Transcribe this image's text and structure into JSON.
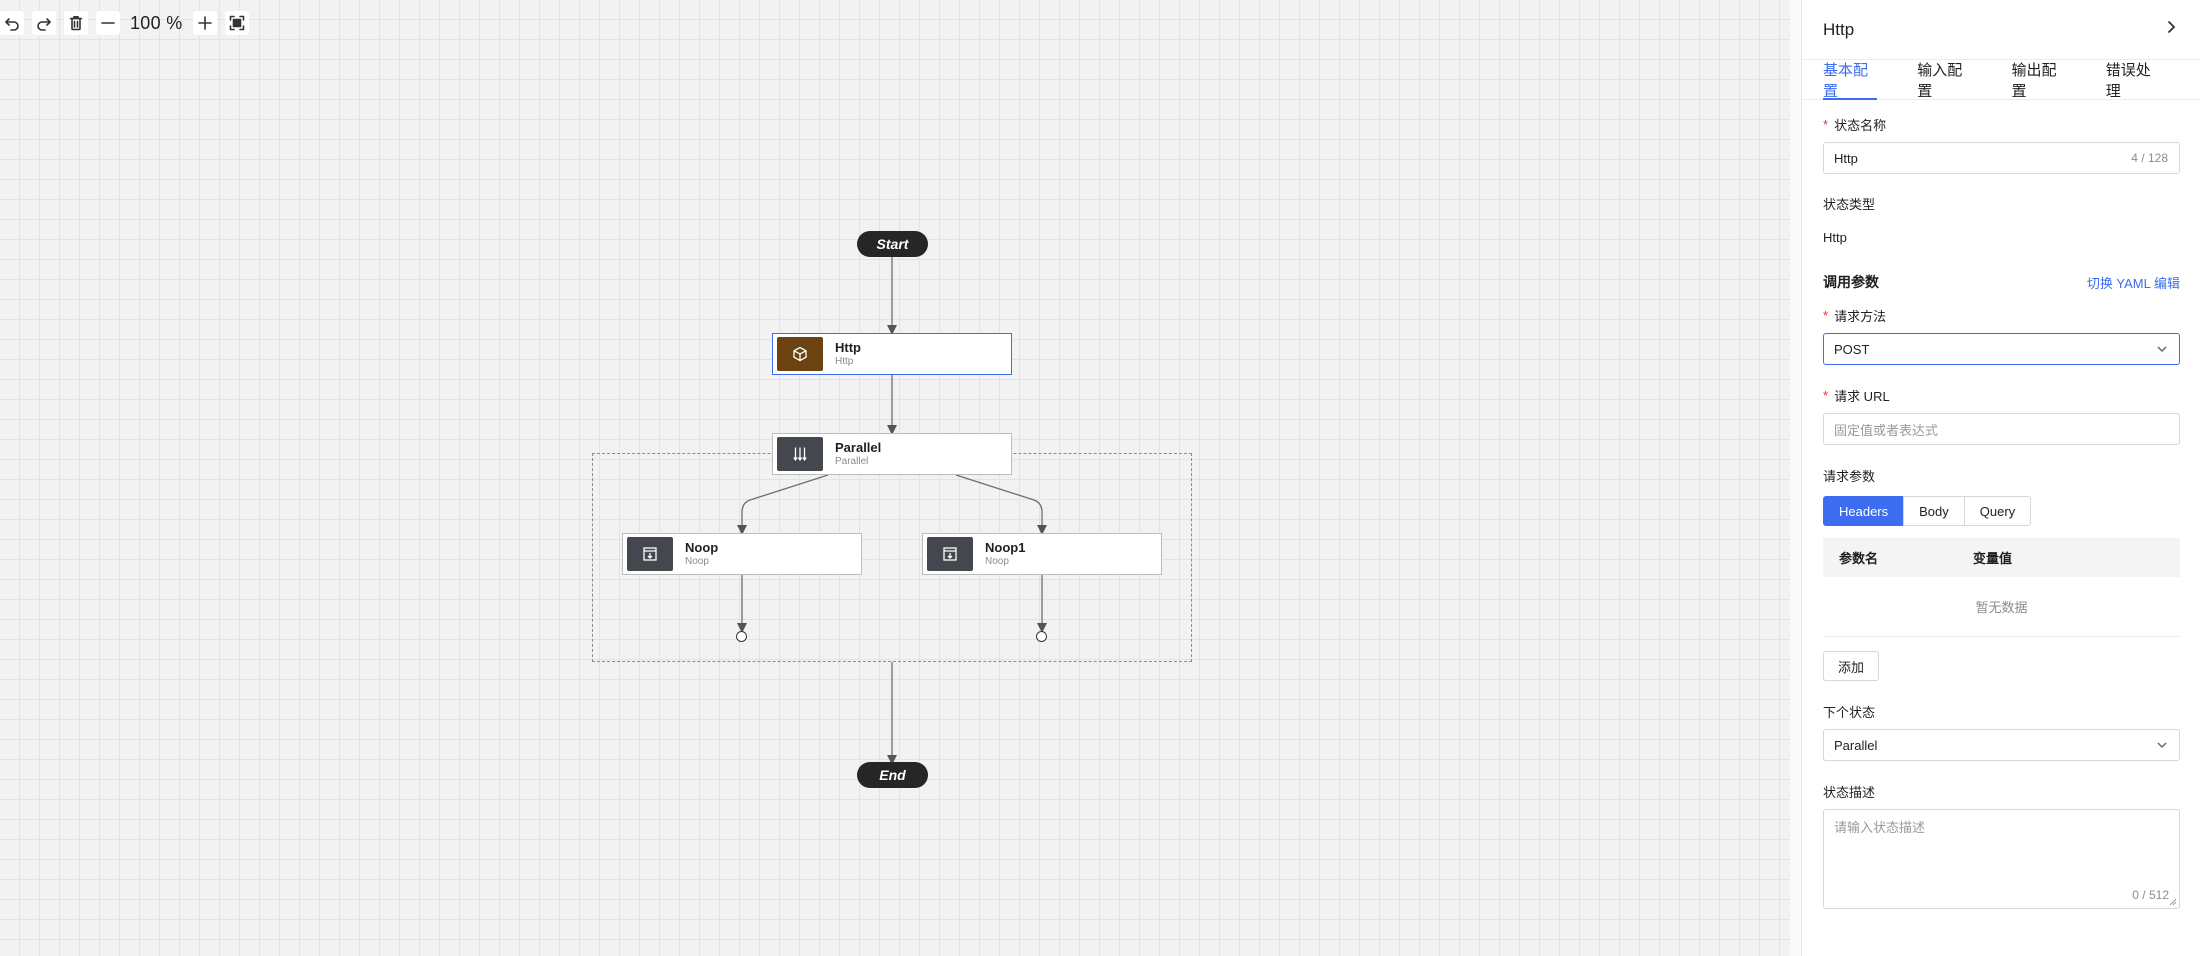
{
  "toolbar": {
    "zoom": "100 %",
    "icons": [
      "undo-icon",
      "redo-icon",
      "delete-icon",
      "zoom-out-icon",
      "zoom-in-icon",
      "fit-view-icon"
    ]
  },
  "flow": {
    "start": "Start",
    "end": "End",
    "nodes": {
      "http": {
        "title": "Http",
        "sub": "Http",
        "icon": "cube-icon",
        "color": "#6b4210"
      },
      "parallel": {
        "title": "Parallel",
        "sub": "Parallel",
        "icon": "parallel-icon",
        "color": "#45474f"
      },
      "noop": {
        "title": "Noop",
        "sub": "Noop",
        "icon": "noop-icon",
        "color": "#45474f"
      },
      "noop1": {
        "title": "Noop1",
        "sub": "Noop",
        "icon": "noop-icon",
        "color": "#45474f"
      }
    }
  },
  "panel": {
    "title": "Http",
    "tabs": [
      {
        "label": "基本配置",
        "active": true
      },
      {
        "label": "输入配置"
      },
      {
        "label": "输出配置"
      },
      {
        "label": "错误处理"
      }
    ],
    "state_name": {
      "label": "状态名称",
      "value": "Http",
      "count": "4 / 128"
    },
    "state_type": {
      "label": "状态类型",
      "value": "Http"
    },
    "invoke": {
      "title": "调用参数",
      "link": "切换 YAML 编辑"
    },
    "method": {
      "label": "请求方法",
      "value": "POST"
    },
    "url": {
      "label": "请求 URL",
      "placeholder": "固定值或者表达式"
    },
    "params": {
      "label": "请求参数",
      "segments": [
        {
          "label": "Headers",
          "active": true
        },
        {
          "label": "Body"
        },
        {
          "label": "Query"
        }
      ],
      "columns": [
        "参数名",
        "变量值"
      ],
      "empty": "暂无数据",
      "add": "添加"
    },
    "next_state": {
      "label": "下个状态",
      "value": "Parallel"
    },
    "desc": {
      "label": "状态描述",
      "placeholder": "请输入状态描述",
      "count": "0 / 512"
    }
  },
  "colors": {
    "accent": "#3c6df0",
    "required": "#e0342c"
  }
}
